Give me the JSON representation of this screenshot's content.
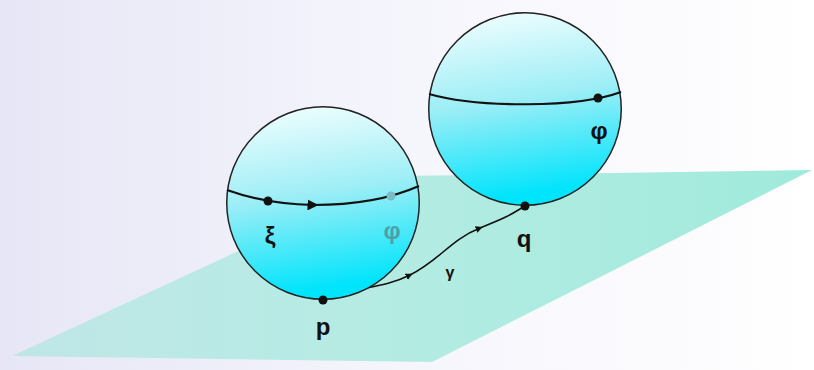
{
  "diagram": {
    "nodes": [
      {
        "text": [
          "ξ",
          "φ"
        ]
      },
      {
        "text": [
          "φ"
        ]
      }
    ],
    "labels": [
      "p",
      "q",
      "γ"
    ]
  }
}
